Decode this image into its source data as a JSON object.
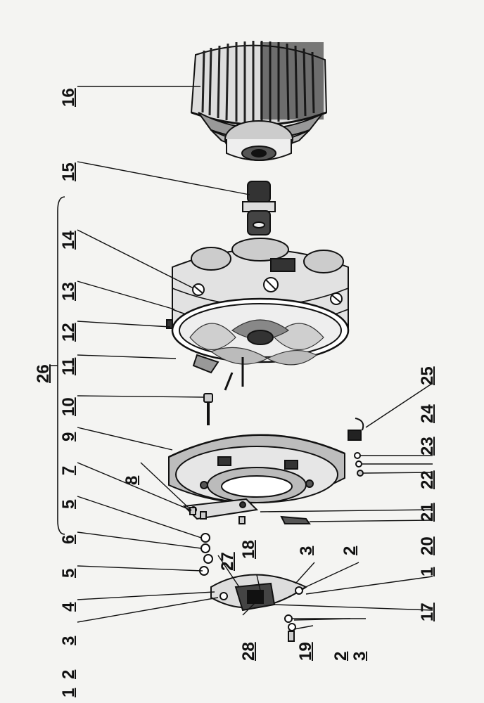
{
  "callouts": {
    "c1": "1",
    "c2": "2",
    "c3": "3",
    "c4": "4",
    "c5": "5",
    "c6": "6",
    "c7": "7",
    "c8": "8",
    "c9": "9",
    "c10": "10",
    "c11": "11",
    "c12": "12",
    "c13": "13",
    "c14": "14",
    "c15": "15",
    "c16": "16",
    "c17": "17",
    "c18": "18",
    "c19": "19",
    "c20": "20",
    "c21": "21",
    "c22": "22",
    "c23": "23",
    "c24": "24",
    "c25": "25",
    "c26": "26",
    "c27": "27",
    "c28": "28"
  },
  "parts": [
    {
      "id": "armature",
      "callout": "16"
    },
    {
      "id": "coupling",
      "callout": "15"
    },
    {
      "id": "stator-housing",
      "callout": "14"
    },
    {
      "id": "end-shield",
      "callout": "9"
    },
    {
      "id": "brush-plate",
      "callout": "17"
    }
  ]
}
